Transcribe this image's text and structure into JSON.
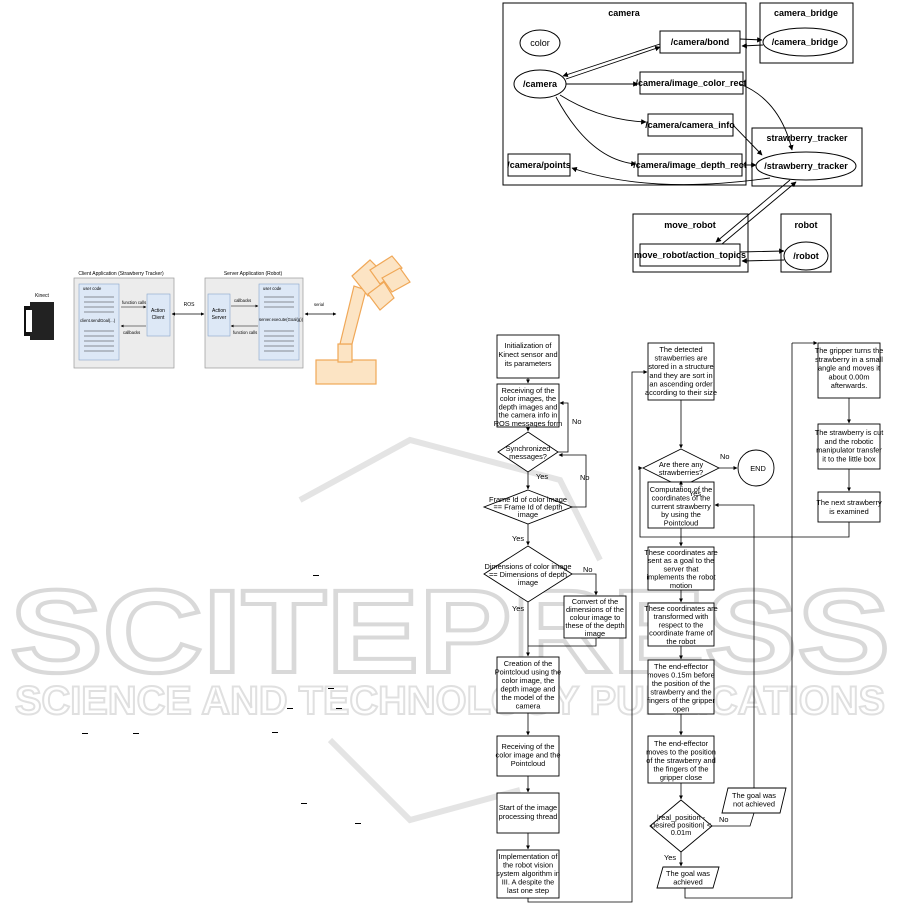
{
  "ros_graph": {
    "groups": {
      "camera": "camera",
      "camera_bridge": "camera_bridge",
      "strawberry_tracker": "strawberry_tracker",
      "move_robot": "move_robot",
      "robot": "robot"
    },
    "nodes": {
      "color": "color",
      "camera": "/camera",
      "camera_bond": "/camera/bond",
      "camera_bridge": "/camera_bridge",
      "image_color_rect": "/camera/image_color_rect",
      "camera_info": "/camera/camera_info",
      "points": "/camera/points",
      "image_depth_rect": "/camera/image_depth_rect",
      "strawberry_tracker": "/strawberry_tracker",
      "action_topics": "move_robot/action_topics",
      "robot": "/robot"
    }
  },
  "architecture": {
    "kinect": "Kinect",
    "client_title": "Client Application (Strawberry Tracker)",
    "server_title": "Server Application (Robot)",
    "user_code": "user code",
    "client_send_goal": "client.sendGoal(...)",
    "function_calls": "function calls",
    "callbacks": "callbacks",
    "action_client_1": "Action",
    "action_client_2": "Client",
    "ros": "ROS",
    "action_server_1": "Action",
    "action_server_2": "Server",
    "server_execute": "server.execute(Goal(g))",
    "serial": "serial"
  },
  "flowchart": {
    "init": [
      "Initialization of",
      "Kinect sensor and",
      "its parameters"
    ],
    "receive": [
      "Receiving of the",
      "color images, the",
      "depth images and",
      "the camera info in",
      "ROS messages form"
    ],
    "sync": [
      "Synchronized",
      "messages?"
    ],
    "frame": [
      "Frame Id of color image",
      "== Frame Id of depth",
      "image"
    ],
    "dims": [
      "Dimensions of color image",
      "== Dimensions of depth",
      "image"
    ],
    "convert": [
      "Convert of the",
      "dimensions of the",
      "colour image to",
      "these of the depth",
      "image"
    ],
    "pointcloud": [
      "Creation of the",
      "Pointcloud using the",
      "color image, the",
      "depth image and",
      "the model of the",
      "camera"
    ],
    "recv_pc": [
      "Receiving of the",
      "color image and the",
      "Pointcloud"
    ],
    "thread": [
      "Start of the image",
      "processing thread"
    ],
    "impl": [
      "Implementation of",
      "the robot vision",
      "system algorithm in",
      "III. A despite the",
      "last one step"
    ],
    "stored": [
      "The detected",
      "strawberries are",
      "stored in a structure",
      "and they are sort in",
      "an ascending order",
      "according to their size"
    ],
    "any": [
      "Are there any",
      "strawberries?"
    ],
    "end": "END",
    "compute": [
      "Computation of the",
      "coordinates of the",
      "current strawberry",
      "by using the",
      "Pointcloud"
    ],
    "sent": [
      "These coordinates are",
      "sent as a goal to the",
      "server that",
      "implements the robot",
      "motion"
    ],
    "transformed": [
      "These coordinates are",
      "transformed with",
      "respect to the",
      "coordinate frame of",
      "the robot"
    ],
    "ee1": [
      "The end-effector",
      "moves 0.15m before",
      "the position of the",
      "strawberry and the",
      "fingers of the gripper",
      "open"
    ],
    "ee2": [
      "The end-effector",
      "moves to the position",
      "of the strawberry and",
      "the fingers of the",
      "gripper close"
    ],
    "check": [
      "|real_position -",
      "desired position| <",
      "0.01m"
    ],
    "not_achieved": [
      "The goal was",
      "not achieved"
    ],
    "achieved": [
      "The goal was",
      "achieved"
    ],
    "gripper": [
      "The gripper turns the",
      "strawberry in a small",
      "angle and moves it",
      "about 0.00m",
      "afterwards."
    ],
    "cut": [
      "The strawberry is cut",
      "and the robotic",
      "manipulator transfer",
      "it to the little box"
    ],
    "next": [
      "The next strawberry",
      "is examined"
    ],
    "yes": "Yes",
    "no": "No"
  },
  "watermark": {
    "main": "SCITEPRESS",
    "sub": "SCIENCE AND TECHNOLOGY PUBLICATIONS"
  }
}
